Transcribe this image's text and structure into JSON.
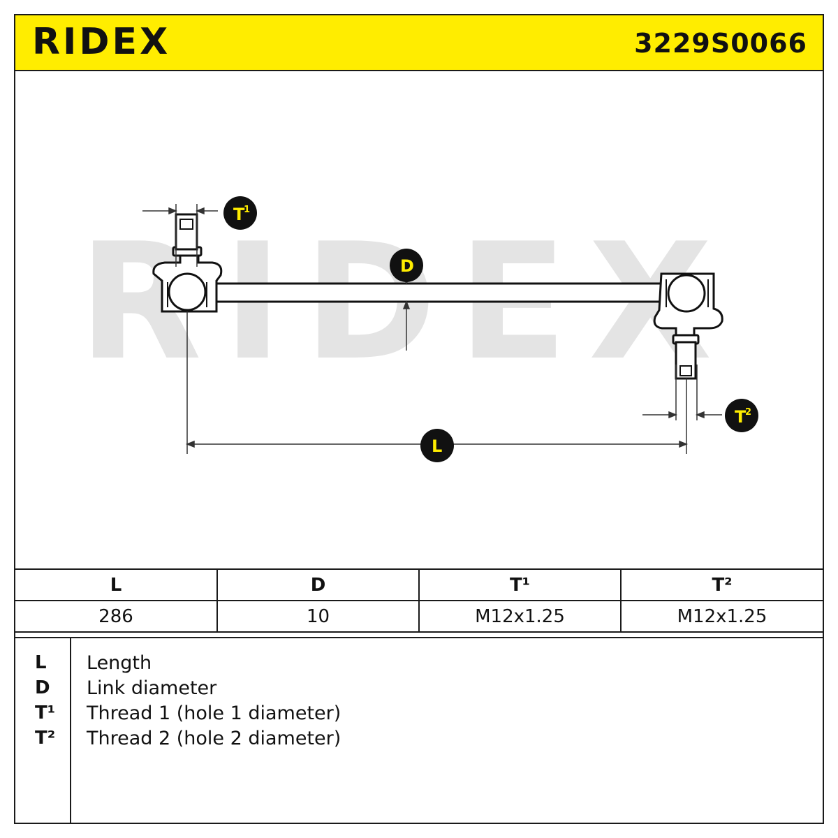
{
  "header": {
    "brand": "RIDEX",
    "part_number": "3229S0066",
    "accent_color": "#ffed00"
  },
  "drawing": {
    "watermark": "RIDEX",
    "labels": {
      "t1": "T",
      "t1_sup": "1",
      "t2": "T",
      "t2_sup": "2",
      "d": "D",
      "l": "L"
    }
  },
  "specs": {
    "columns": [
      "L",
      "D",
      "T¹",
      "T²"
    ],
    "values": [
      "286",
      "10",
      "M12x1.25",
      "M12x1.25"
    ]
  },
  "legend": [
    {
      "key": "L",
      "text": "Length"
    },
    {
      "key": "D",
      "text": "Link diameter"
    },
    {
      "key": "T¹",
      "text": "Thread 1 (hole 1 diameter)"
    },
    {
      "key": "T²",
      "text": "Thread 2 (hole 2 diameter)"
    }
  ]
}
